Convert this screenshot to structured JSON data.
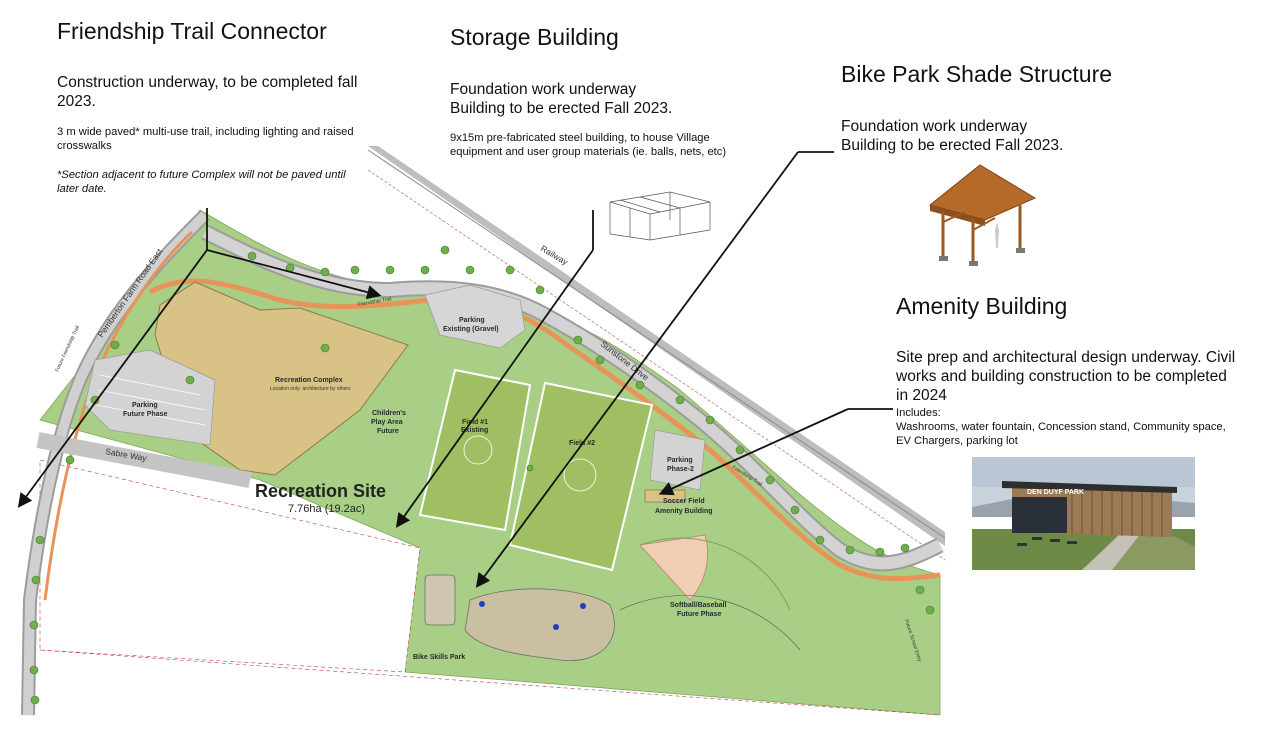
{
  "friendship_trail": {
    "title": "Friendship Trail Connector",
    "status": "Construction underway, to be completed fall 2023.",
    "detail": "3 m wide paved* multi-use trail, including lighting and raised crosswalks",
    "note": "*Section adjacent to future Complex will not be paved until later date."
  },
  "storage_building": {
    "title": "Storage Building",
    "status_line1": "Foundation work underway",
    "status_line2": "Building to be erected Fall 2023.",
    "detail": "9x15m pre-fabricated steel building, to house Village equipment and user group materials (ie. balls, nets, etc)"
  },
  "bike_park": {
    "title": "Bike Park Shade Structure",
    "status_line1": "Foundation work underway",
    "status_line2": "Building to be erected Fall 2023."
  },
  "amenity_building": {
    "title": "Amenity Building",
    "status": "Site prep and architectural design underway. Civil works and building construction to be completed in 2024",
    "includes_label": "Includes:",
    "includes": "Washrooms, water fountain, Concession stand, Community space, EV Chargers, parking lot",
    "rendering_sign": "DEN DUYF PARK"
  },
  "map": {
    "site_title": "Recreation Site",
    "site_area": "7.76ha (19.2ac)",
    "labels": {
      "railway": "Railway",
      "sunstone_drive": "Sunstone Drive",
      "pemberton_farm_road": "Pemberton Farm Road East",
      "sabre_way": "Sabre Way",
      "future_friendship_trail": "Future Friendship Trail",
      "friendship_trail": "Friendship Trail",
      "friendship_trail_2": "Friendship Trail",
      "future_school_entry": "Future School Entry",
      "recreation_complex": "Recreation Complex",
      "recreation_complex_note": "Location only- architecture by others",
      "parking_existing": "Parking",
      "parking_existing_2": "Existing (Gravel)",
      "parking_future": "Parking",
      "parking_future_2": "Future Phase",
      "childrens_play_1": "Children's",
      "childrens_play_2": "Play Area",
      "childrens_play_3": "Future",
      "field1_1": "Field #1",
      "field1_2": "Existing",
      "field2": "Field #2",
      "parking_phase2_1": "Parking",
      "parking_phase2_2": "Phase-2",
      "soccer_amenity_1": "Soccer Field",
      "soccer_amenity_2": "Amenity Building",
      "softball_1": "Softball/Baseball",
      "softball_2": "Future Phase",
      "bike_skills": "Bike Skills Park"
    }
  },
  "colors": {
    "grass": "#a9cf86",
    "field": "#9fbf62",
    "trail_orange": "#e8935a",
    "building_tan": "#d9c285",
    "road_gray": "#c9c9c9",
    "parking_gray": "#d3d3d3"
  }
}
